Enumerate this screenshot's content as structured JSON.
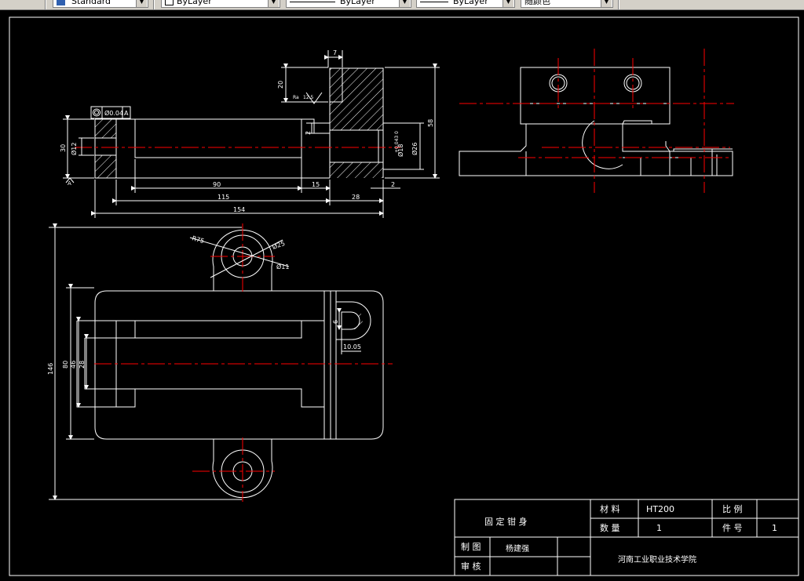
{
  "toolbar": {
    "text_style": "Standard",
    "layer": "ByLayer",
    "linetype": "ByLayer",
    "lineweight": "ByLayer",
    "color": "随颜色"
  },
  "dims": {
    "d7": "7",
    "d20": "20",
    "d58": "58",
    "d30": "30",
    "d12": "Ø12",
    "d2a": "2",
    "d18": "Ø18",
    "tol18": "+0.043 0",
    "d26": "Ø26",
    "d90": "90",
    "d15": "15",
    "d2b": "2",
    "d115": "115",
    "d28": "28",
    "d154": "154",
    "ra": "12.5",
    "ra2": "Ra",
    "gtol": "Ø0.04",
    "gref": "A",
    "datum": "A",
    "r75": "R75",
    "d25": "Ø25",
    "d11": "Ø11",
    "d146": "146",
    "d80": "80",
    "d46": "46",
    "d28v": "28",
    "d6": "6",
    "d1005": "10.05"
  },
  "title_block": {
    "part_name": "固 定 钳 身",
    "material_label": "材 料",
    "material": "HT200",
    "scale_label": "比 例",
    "scale": "",
    "qty_label": "数 量",
    "qty": "1",
    "part_no_label": "件 号",
    "part_no": "1",
    "drawn_label": "制 图",
    "drafter": "杨建强",
    "check_label": "审 核",
    "school": "河南工业职业技术学院"
  }
}
